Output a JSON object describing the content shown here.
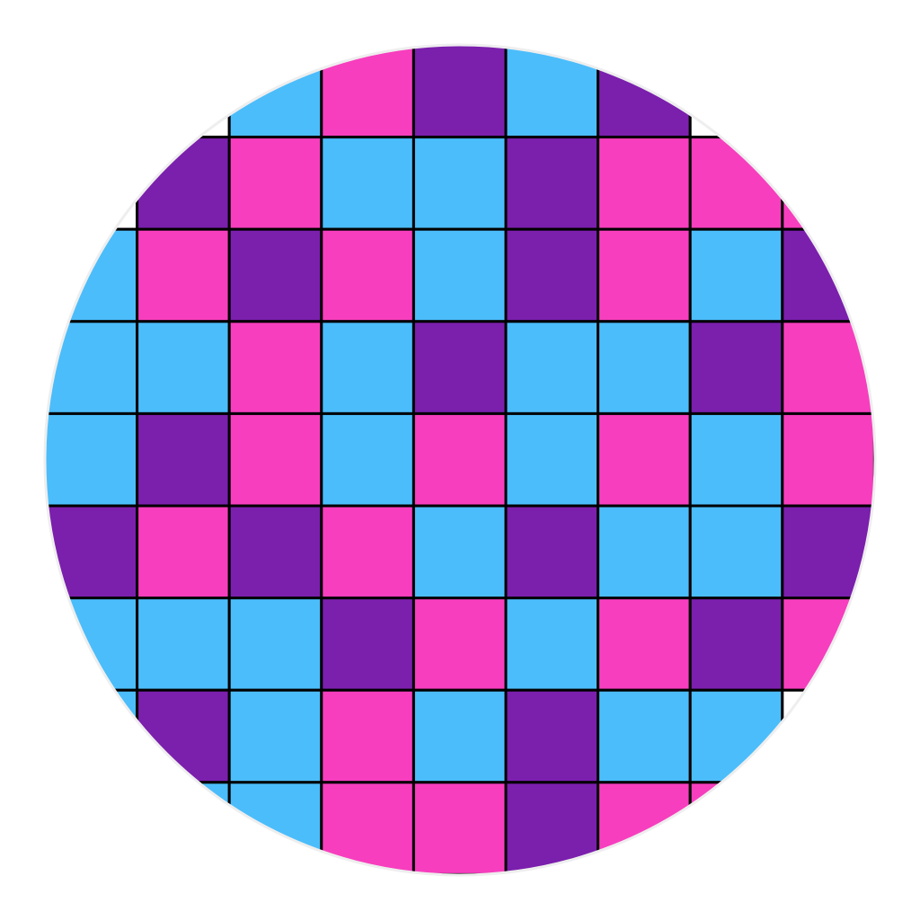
{
  "palette": {
    "C": "#4bbdfb",
    "P": "#f73ebe",
    "V": "#7b1fad",
    "W": "#ffffff"
  },
  "grid_lines": "#000000",
  "disc_outline": "#eeeeee",
  "tiles": [
    [
      "W",
      "W",
      "C",
      "P",
      "V",
      "C",
      "V",
      "W",
      "W"
    ],
    [
      "W",
      "V",
      "P",
      "C",
      "C",
      "V",
      "P",
      "P",
      "P"
    ],
    [
      "C",
      "P",
      "V",
      "P",
      "C",
      "V",
      "P",
      "C",
      "V"
    ],
    [
      "C",
      "C",
      "P",
      "C",
      "V",
      "C",
      "C",
      "V",
      "P"
    ],
    [
      "C",
      "V",
      "P",
      "C",
      "P",
      "C",
      "P",
      "C",
      "P"
    ],
    [
      "V",
      "P",
      "V",
      "P",
      "C",
      "V",
      "C",
      "C",
      "V"
    ],
    [
      "C",
      "C",
      "C",
      "V",
      "P",
      "C",
      "P",
      "V",
      "P"
    ],
    [
      "C",
      "V",
      "C",
      "P",
      "C",
      "V",
      "C",
      "C",
      "W"
    ],
    [
      "C",
      "C",
      "C",
      "P",
      "P",
      "V",
      "P",
      "P",
      "W"
    ]
  ]
}
